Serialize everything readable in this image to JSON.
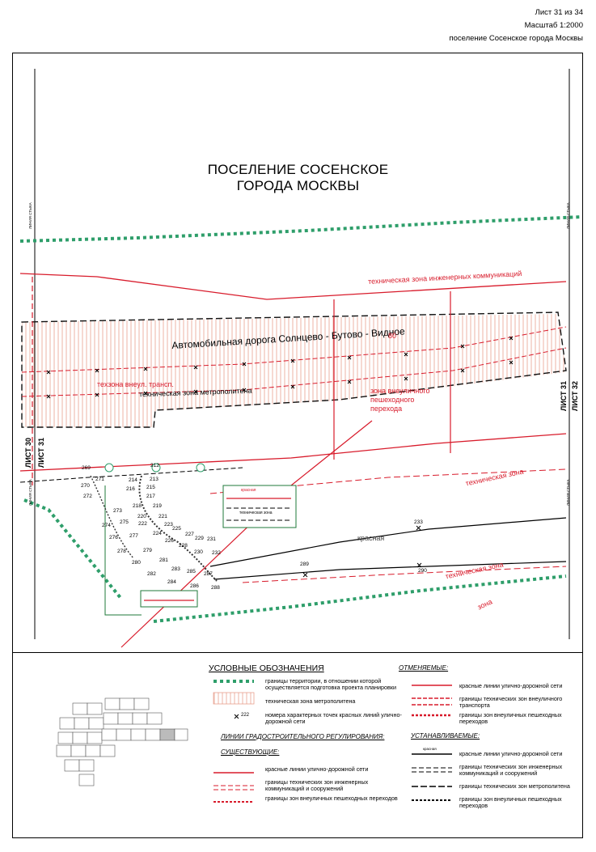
{
  "header": {
    "sheet": "Лист 31 из 34",
    "scale": "Масштаб 1:2000",
    "settlement": "поселение Сосенское города Москвы"
  },
  "map": {
    "title_line1": "ПОСЕЛЕНИЕ СОСЕНСКОЕ",
    "title_line2": "ГОРОДА МОСКВЫ",
    "road": "Автомобильная дорога Солнцево - Бутово - Видное",
    "tech_zone_eng_top": "техническая зона инженерных коммуникаций",
    "tech_zone_offstreet": "техзона внеул. трансп.",
    "tech_zone_metro": "техническая зона метрополитена",
    "ped_zone": "зона внеуличного пешеходного перехода",
    "tech_zone_right": "техническая зона",
    "tech_zone_lower": "техническая зона",
    "zona_fragment": "зона",
    "krasnaya": "красная",
    "number_80": "80",
    "sheet_left_a": "ЛИСТ 30",
    "sheet_left_b": "ЛИСТ 31",
    "sheet_right_a": "ЛИСТ 31",
    "sheet_right_b": "ЛИСТ 32",
    "seam": "ЛИНИЯ СТЫКА",
    "inset_label_1": "красная",
    "inset_label_2": "техническая зона",
    "points": [
      "212",
      "213",
      "214",
      "215",
      "216",
      "217",
      "218",
      "219",
      "220",
      "221",
      "222",
      "223",
      "224",
      "225",
      "226",
      "227",
      "228",
      "229",
      "230",
      "231",
      "232",
      "233",
      "269",
      "270",
      "271",
      "272",
      "273",
      "274",
      "275",
      "276",
      "277",
      "278",
      "279",
      "280",
      "281",
      "282",
      "283",
      "284",
      "285",
      "286",
      "287",
      "288",
      "289",
      "290"
    ]
  },
  "legend": {
    "title": "УСЛОВНЫЕ ОБОЗНАЧЕНИЯ",
    "items_left": [
      "границы территории, в отношении которой осуществляется подготовка проекта планировки",
      "техническая зона метрополитена",
      "номера характерных точек красных линий улично-дорожной сети"
    ],
    "point_example": "222",
    "regulation_heading": "ЛИНИИ ГРАДОСТРОИТЕЛЬНОГО РЕГУЛИРОВАНИЯ:",
    "existing_heading": "СУЩЕСТВУЮЩИЕ:",
    "existing": [
      "красные линии улично-дорожной сети",
      "границы технических зон инженерных коммуникаций и сооружений",
      "границы зон внеуличных пешеходных переходов"
    ],
    "cancelled_heading": "ОТМЕНЯЕМЫЕ:",
    "cancelled": [
      "красные линии улично-дорожной сети",
      "границы технических зон внеуличного транспорта",
      "границы зон внеуличных пешеходных переходов"
    ],
    "established_heading": "УСТАНАВЛИВАЕМЫЕ:",
    "established": [
      "красные линии улично-дорожной сети",
      "границы технических зон инженерных коммуникаций и сооружений",
      "границы технических зон метрополитена",
      "границы зон внеуличных пешеходных переходов"
    ],
    "mini_krasnaya": "красная"
  },
  "colors": {
    "red": "#d81b2b",
    "green_dash": "#2e9e6a",
    "frame_green": "#1f7a3a",
    "hatch": "#e8a08e",
    "black": "#000000"
  }
}
